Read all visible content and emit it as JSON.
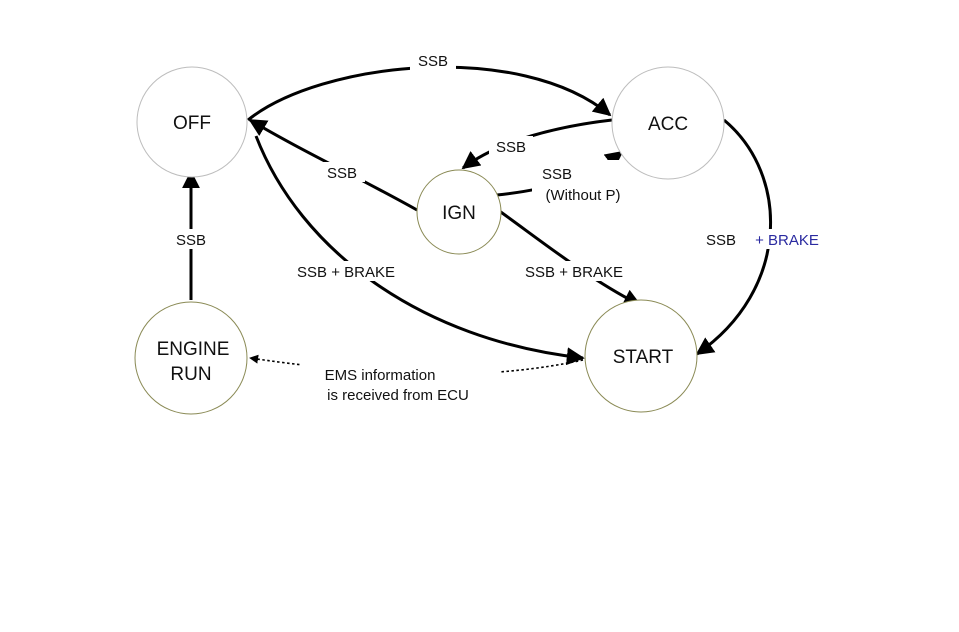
{
  "nodes": {
    "off": {
      "label": "OFF"
    },
    "acc": {
      "label": "ACC"
    },
    "ign": {
      "label": "IGN"
    },
    "engine_run": {
      "line1": "ENGINE",
      "line2": "RUN"
    },
    "start": {
      "label": "START"
    }
  },
  "edges": {
    "off_to_acc": {
      "label": "SSB"
    },
    "acc_to_ign": {
      "label": "SSB"
    },
    "ign_to_off": {
      "label": "SSB"
    },
    "ign_to_acc": {
      "line1": "SSB",
      "line2": "(Without P)"
    },
    "off_to_start": {
      "label": "SSB + BRAKE"
    },
    "ign_to_start": {
      "label": "SSB + BRAKE"
    },
    "acc_to_start": {
      "part1": "SSB",
      "part2": "+ BRAKE"
    },
    "engine_run_to_off": {
      "label": "SSB"
    },
    "start_to_engine_run": {
      "line1": "EMS information",
      "line2": "is received from ECU"
    }
  },
  "colors": {
    "off_outline": "#bdbdbd",
    "acc_outline": "#bdbdbd",
    "ign_outline": "#8a8a55",
    "engine_run_outline": "#8a8a55",
    "start_outline": "#8a8a55",
    "brake_accent": "#2a2aa0"
  }
}
